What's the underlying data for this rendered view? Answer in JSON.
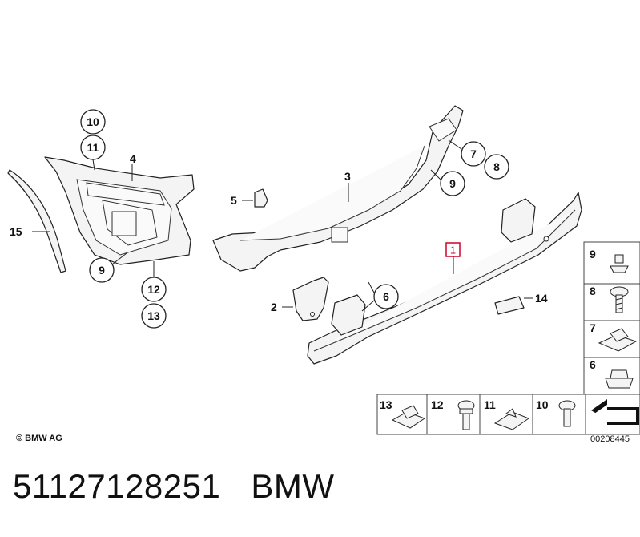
{
  "callouts": {
    "c1": "1",
    "c2": "2",
    "c3": "3",
    "c4": "4",
    "c5": "5",
    "c6": "6",
    "c7": "7",
    "c8": "8",
    "c9a": "9",
    "c9b": "9",
    "c10": "10",
    "c11": "11",
    "c12": "12",
    "c13": "13",
    "c14": "14",
    "c15": "15"
  },
  "highlight_color": "#d0002a",
  "legend": {
    "side": [
      "9",
      "8",
      "7",
      "6"
    ],
    "bottom": [
      "13",
      "12",
      "11",
      "10"
    ]
  },
  "copyright": "© BMW AG",
  "drawing_number": "00208445",
  "footer": {
    "part_number": "51127128251",
    "brand": "BMW"
  }
}
